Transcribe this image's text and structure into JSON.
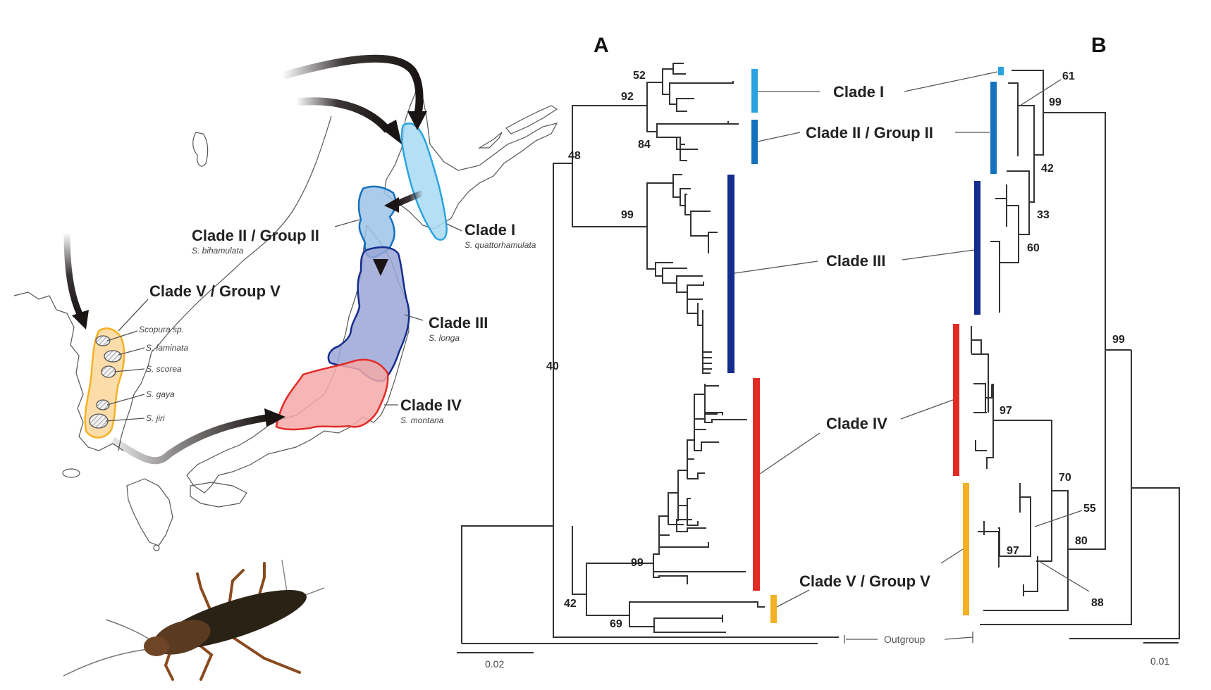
{
  "figure": {
    "panels": {
      "a": "A",
      "b": "B"
    },
    "colors": {
      "clade1": "#29a3e0",
      "clade2": "#1570be",
      "clade3": "#142c8e",
      "clade4": "#e32b25",
      "clade5": "#f5b124",
      "clade1_fill": "#a8d9f2",
      "clade2_fill": "#9cc3e6",
      "clade3_fill": "#9aa6d6",
      "clade4_fill": "#f3a9a8",
      "clade5_fill": "#fbd79a",
      "branch": "#333333"
    },
    "map": {
      "clades": [
        {
          "id": "clade1",
          "label": "Clade I",
          "species": "S. quattorhamulata"
        },
        {
          "id": "clade2",
          "label": "Clade II / Group II",
          "species": "S. bihamulata"
        },
        {
          "id": "clade3",
          "label": "Clade III",
          "species": "S. longa"
        },
        {
          "id": "clade4",
          "label": "Clade IV",
          "species": "S. montana"
        },
        {
          "id": "clade5",
          "label": "Clade V / Group V",
          "species": ""
        }
      ],
      "group5_species": [
        "Scopura sp.",
        "S. laminata",
        "S. scorea",
        "S. gaya",
        "S. jiri"
      ],
      "image_caption_icon": "stonefly-insect-photo"
    },
    "tree_a": {
      "support_values": [
        "52",
        "92",
        "84",
        "48",
        "99",
        "40",
        "99",
        "42",
        "69"
      ],
      "scale_label": "0.02"
    },
    "tree_b": {
      "support_values": [
        "61",
        "99",
        "42",
        "33",
        "60",
        "99",
        "97",
        "70",
        "55",
        "80",
        "97",
        "88"
      ],
      "scale_label": "0.01"
    },
    "center_labels": {
      "clade1": "Clade I",
      "clade2": "Clade II / Group II",
      "clade3": "Clade III",
      "clade4": "Clade IV",
      "clade5": "Clade V / Group V",
      "outgroup": "Outgroup"
    }
  }
}
